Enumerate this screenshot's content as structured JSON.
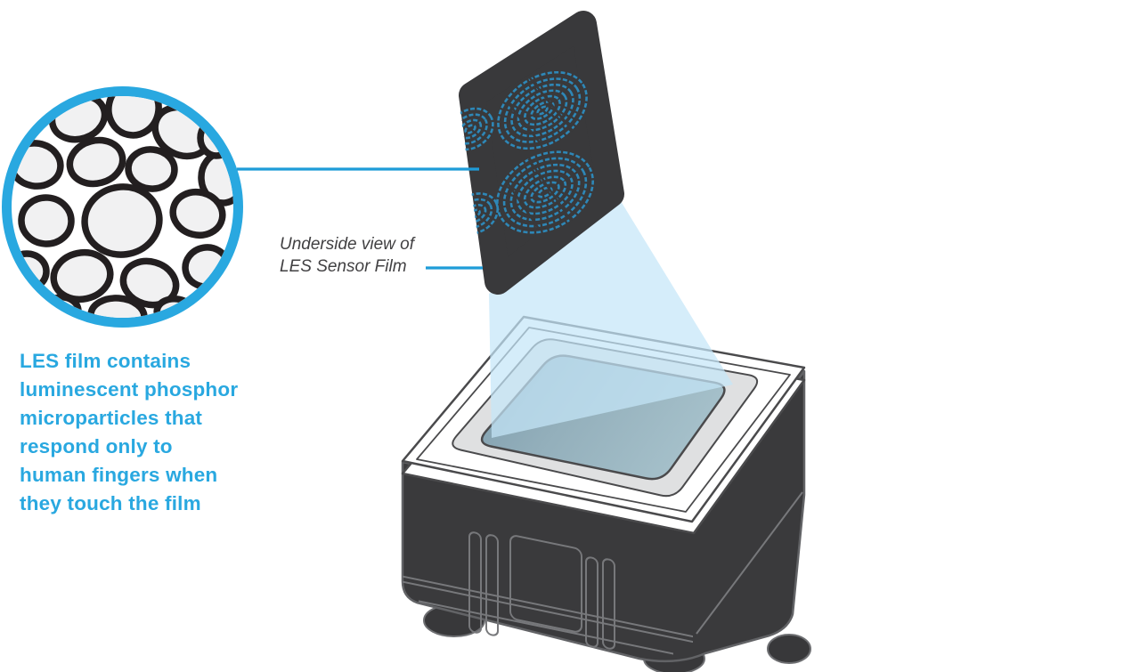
{
  "figure": {
    "caption": "LES film contains\nluminescent phosphor\nmicroparticles that\nrespond only to\nhuman fingers when\nthey touch the film",
    "film_label": "Underside view of\nLES Sensor Film"
  },
  "icons": {
    "magnifier_circle": "microparticle-magnifier-circle",
    "sensor_film": "les-sensor-film",
    "fingerprints": "fingerprint-marks",
    "light_beam": "light-beam",
    "device": "fingerprint-scanner-device"
  },
  "colors": {
    "accent_blue": "#29A8E0",
    "connector_blue": "#1E9CD8",
    "fingerprint_blue": "#2E8CBE",
    "film_dark": "#39393B",
    "device_dark": "#3A3A3C",
    "beam_blue": "#C5E6F8",
    "glass_teal": "#8FA9B6",
    "label_gray": "#414042",
    "particle_fill": "#F1F1F2",
    "particle_stroke": "#231F20"
  }
}
